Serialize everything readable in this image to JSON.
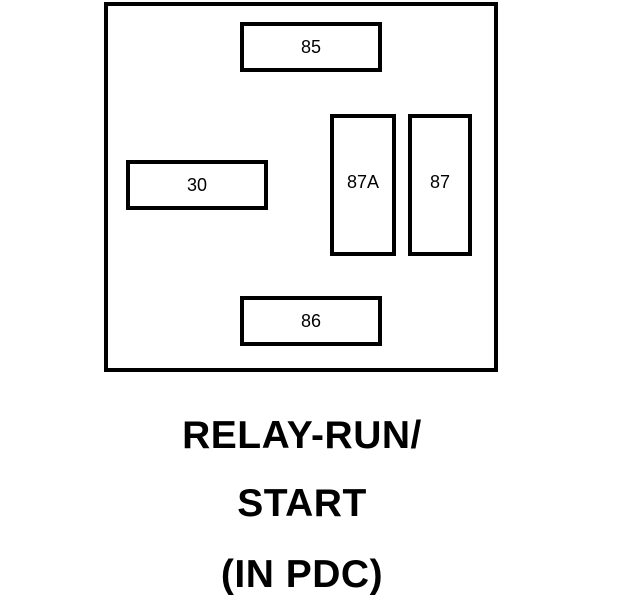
{
  "diagram": {
    "terminals": {
      "t85": "85",
      "t30": "30",
      "t87a": "87A",
      "t87": "87",
      "t86": "86"
    },
    "caption": {
      "line1": "RELAY-RUN/",
      "line2": "START",
      "line3": "(IN PDC)"
    }
  }
}
